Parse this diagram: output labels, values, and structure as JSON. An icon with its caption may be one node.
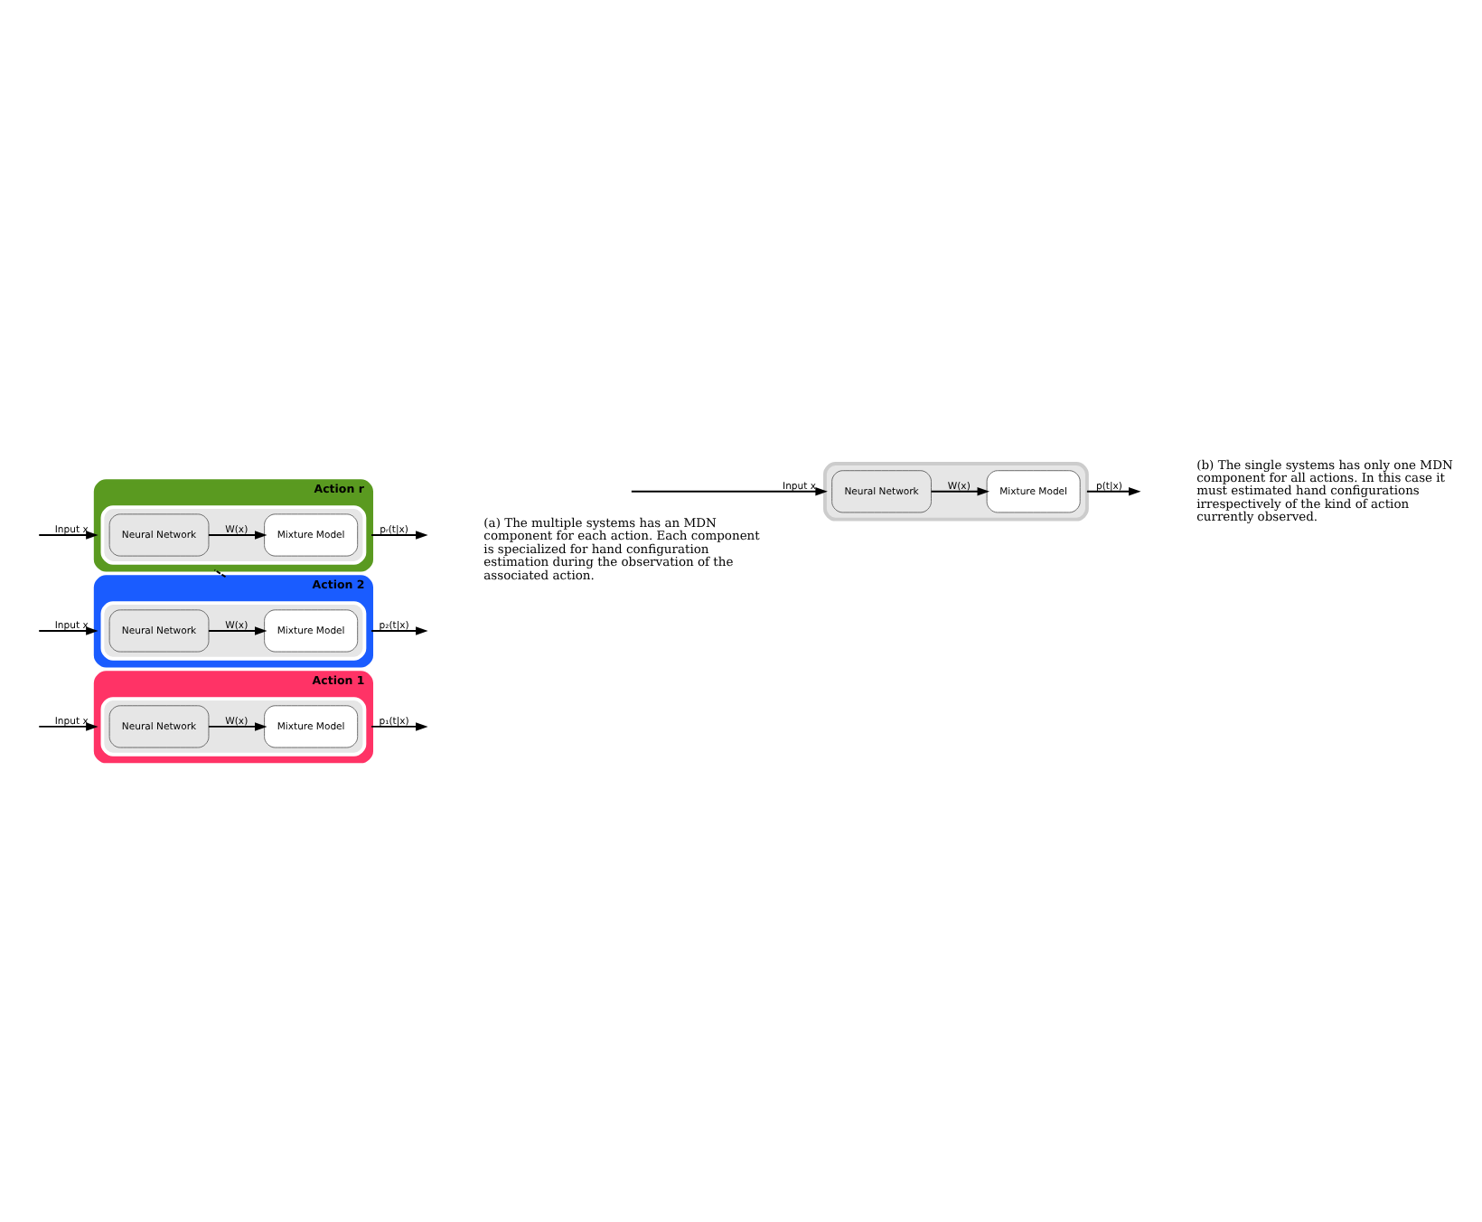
{
  "diagram": {
    "nodes": [
      {
        "text": [
          "Action 1"
        ]
      },
      {
        "text": [],
        "shape": "box",
        "in": 0
      },
      {
        "text": [
          "Neural Network"
        ],
        "in": 1
      },
      {
        "text": [
          "Mixture Model"
        ],
        "in": 1
      },
      {
        "text": [
          "Action 2"
        ]
      },
      {
        "text": [],
        "shape": "box",
        "in": 4
      },
      {
        "text": [
          "Neural Network"
        ],
        "in": 5
      },
      {
        "text": [
          "Mixture Model"
        ],
        "in": 5
      },
      {
        "text": [
          "Action r"
        ]
      },
      {
        "text": [],
        "shape": "box",
        "in": 8
      },
      {
        "text": [
          "Neural Network"
        ],
        "in": 9
      },
      {
        "text": [
          "Mixture Model"
        ],
        "in": 9
      },
      {
        "text": [],
        "shape": "box"
      },
      {
        "text": [
          "Neural Network"
        ],
        "in": 12
      },
      {
        "text": [
          "Mixture Model"
        ],
        "in": 12
      }
    ],
    "edges": [
      {
        "from": null,
        "to": 0,
        "arrow": "to",
        "label": "Input x"
      },
      {
        "from": 2,
        "to": 3,
        "arrow": "to",
        "label": "W(x)"
      },
      {
        "from": 0,
        "to": null,
        "arrow": "to",
        "label": "p₁(t|x)"
      },
      {
        "from": null,
        "to": 4,
        "arrow": "to",
        "label": "Input x"
      },
      {
        "from": 6,
        "to": 7,
        "arrow": "to",
        "label": "W(x)"
      },
      {
        "from": 4,
        "to": null,
        "arrow": "to",
        "label": "p₂(t|x)"
      },
      {
        "from": 4,
        "to": 8,
        "arrow": "none",
        "style": "dashed"
      },
      {
        "from": null,
        "to": 8,
        "arrow": "to",
        "label": "Input x"
      },
      {
        "from": 10,
        "to": 11,
        "arrow": "to",
        "label": "W(x)"
      },
      {
        "from": 8,
        "to": null,
        "arrow": "to",
        "label": "pᵣ(t|x)"
      },
      {
        "from": null,
        "to": 12,
        "arrow": "to",
        "label": "Input x"
      },
      {
        "from": 13,
        "to": 14,
        "arrow": "to",
        "label": "W(x)"
      },
      {
        "from": 12,
        "to": null,
        "arrow": "to",
        "label": "p(t|x)"
      }
    ],
    "labels": [
      "(a) The multiple systems has an MDN component for each action. Each component is specialized for hand configuration estimation during the observation of the associated action.",
      "(b) The single systems has only one MDN component for all actions. In this case it must estimated hand configurations irrespectively of the kind of action currently observed."
    ]
  }
}
